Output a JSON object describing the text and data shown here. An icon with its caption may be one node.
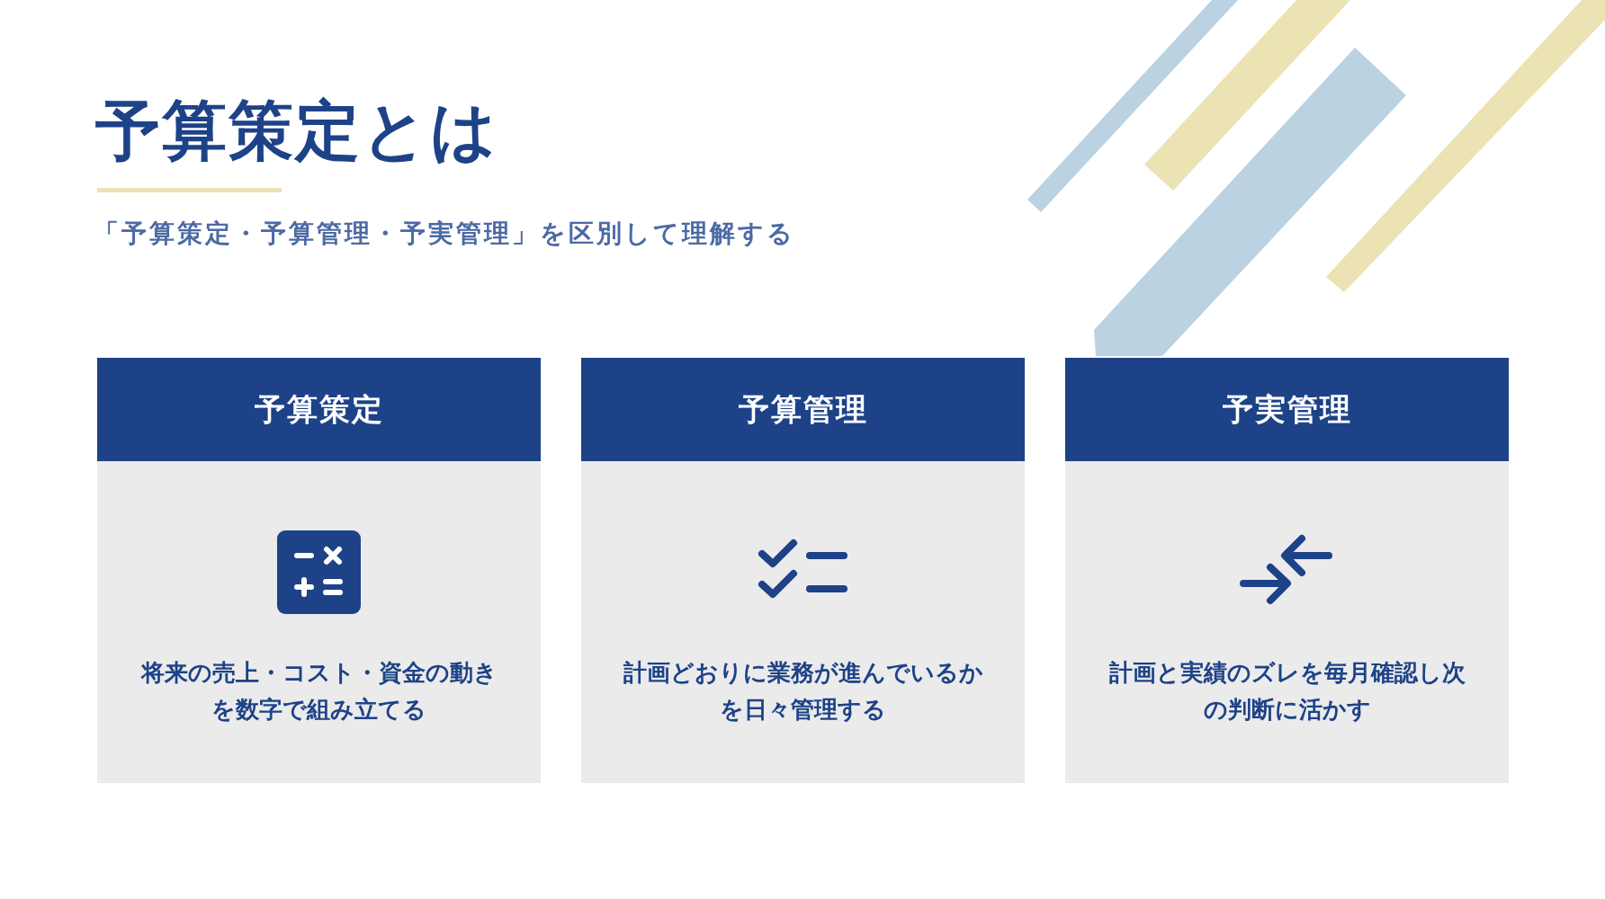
{
  "diagram": {
    "title": "予算策定とは",
    "nodes": [
      {
        "text": [
          "予算策定",
          "将来の売上・コスト・資金の動きを数字で組み立てる"
        ]
      },
      {
        "text": [
          "予算管理",
          "計画どおりに業務が進んでいるかを日々管理する"
        ]
      },
      {
        "text": [
          "予実管理",
          "計画と実績のズレを毎月確認し次の判断に活かす"
        ]
      }
    ],
    "labels": [
      "「予算策定・予算管理・予実管理」を区別して理解する"
    ]
  }
}
